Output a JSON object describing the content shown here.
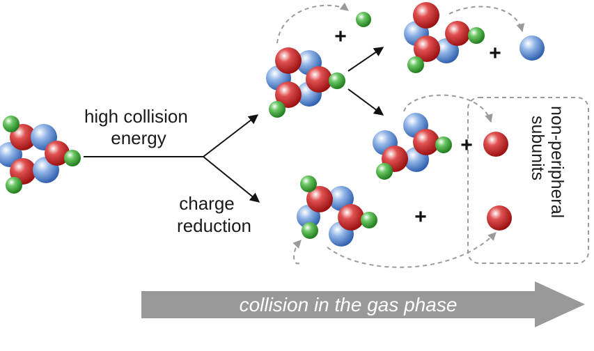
{
  "labels": {
    "high_collision": [
      "high collision",
      "energy"
    ],
    "charge_reduction": [
      "charge",
      "reduction"
    ],
    "non_peripheral": [
      "non-peripheral",
      "subunits"
    ],
    "banner": "collision in the gas phase",
    "plus": "+"
  },
  "colors": {
    "subunit_red": "#d22a2a",
    "subunit_blue": "#5b8fd6",
    "subunit_green": "#3fae3a",
    "arrow": "#111111",
    "dashed": "#9a9a9a",
    "banner": "#999999"
  }
}
